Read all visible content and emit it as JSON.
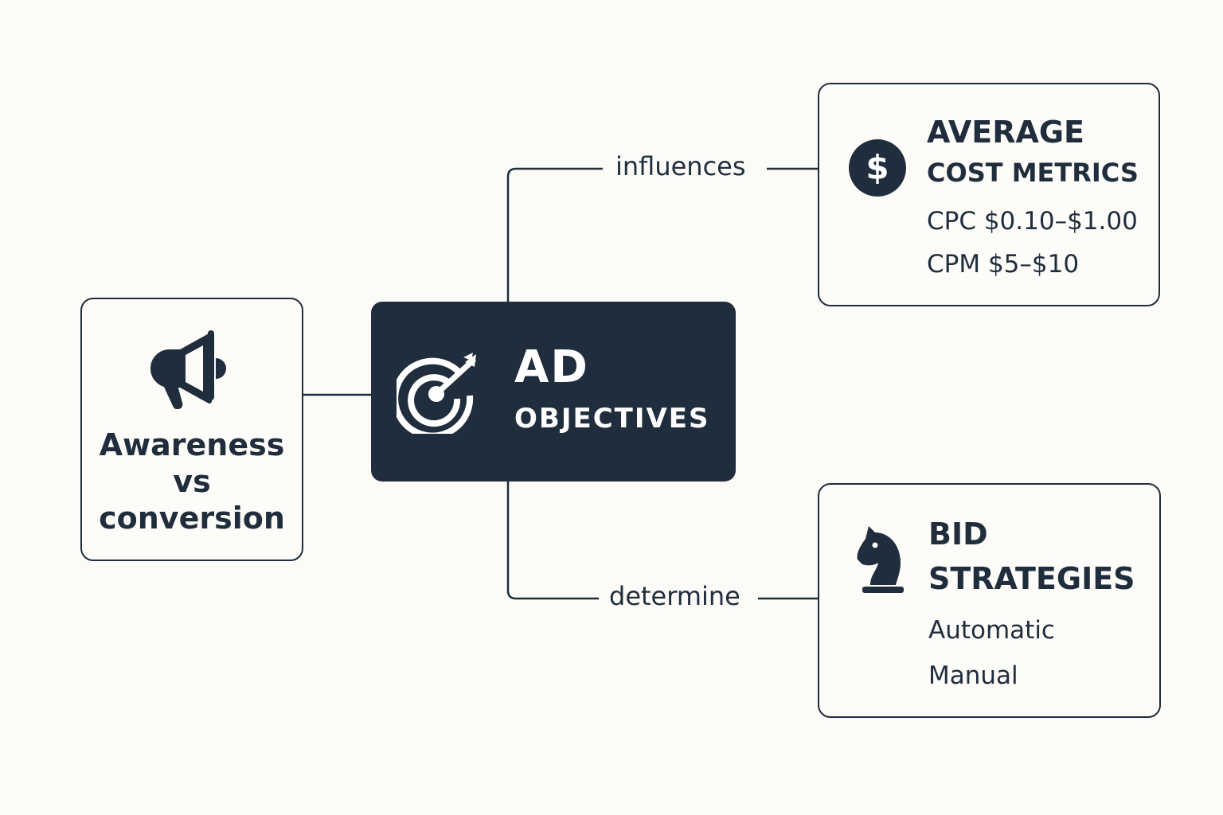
{
  "nodes": {
    "center": {
      "title": "AD",
      "subtitle": "OBJECTIVES",
      "icon": "target-arrow-icon"
    },
    "left": {
      "lines": [
        "Awareness",
        "vs",
        "conversion"
      ],
      "icon": "megaphone-icon"
    },
    "top": {
      "title_line1": "AVERAGE",
      "title_line2": "COST METRICS",
      "items": [
        "CPC $0.10–$1.00",
        "CPM $5–$10"
      ],
      "icon": "dollar-circle-icon"
    },
    "bottom": {
      "title_line1": "BID",
      "title_line2": "STRATEGIES",
      "items": [
        "Automatic",
        "Manual"
      ],
      "icon": "chess-knight-icon"
    }
  },
  "edges": {
    "top_label": "influences",
    "bottom_label": "determine"
  },
  "colors": {
    "primary": "#1f2d3d",
    "background": "#fcfbf7"
  }
}
